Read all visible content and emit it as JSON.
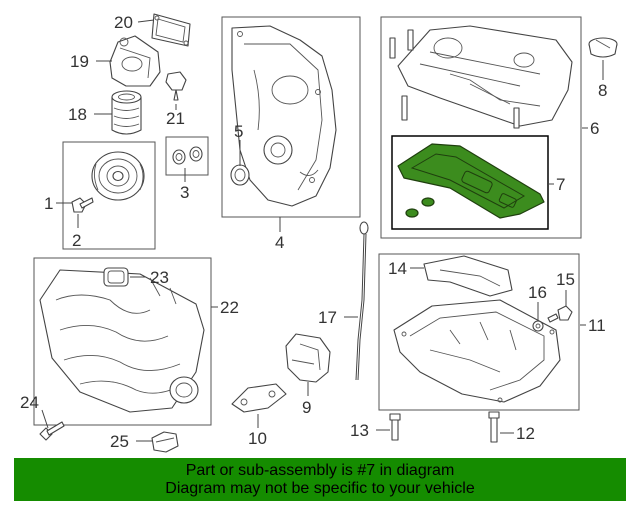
{
  "highlight_color": "#3c8c1e",
  "banner_color": "#158c00",
  "callouts": {
    "c1": "1",
    "c2": "2",
    "c3": "3",
    "c4": "4",
    "c5": "5",
    "c6": "6",
    "c7": "7",
    "c8": "8",
    "c9": "9",
    "c10": "10",
    "c11": "11",
    "c12": "12",
    "c13": "13",
    "c14": "14",
    "c15": "15",
    "c16": "16",
    "c17": "17",
    "c18": "18",
    "c19": "19",
    "c20": "20",
    "c21": "21",
    "c22": "22",
    "c23": "23",
    "c24": "24",
    "c25": "25"
  },
  "banner": {
    "line1": "Part or sub-assembly is #7 in diagram",
    "line2": "Diagram may not be specific to your vehicle"
  }
}
